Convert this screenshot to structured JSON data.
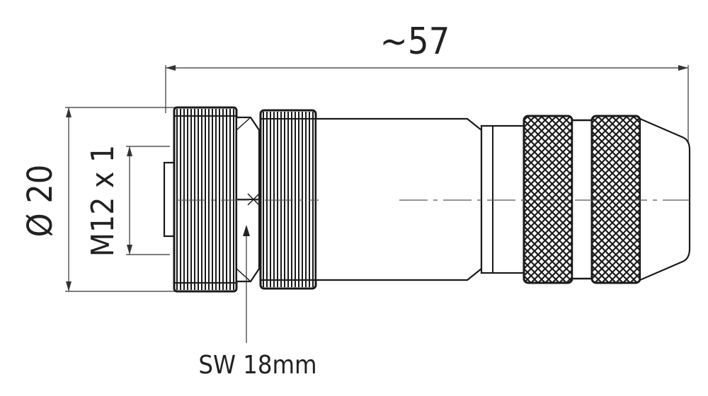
{
  "dimensions": {
    "overall_length": "~57",
    "diameter": "Ø 20",
    "thread": "M12 x 1",
    "wrench_size": "SW 18mm"
  },
  "colors": {
    "line": "#1a1a1a",
    "knurl_fill": "#2a2a2a",
    "background": "#ffffff"
  }
}
